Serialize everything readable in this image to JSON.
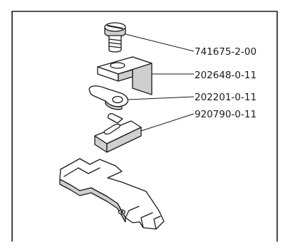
{
  "diagram": {
    "parts": [
      {
        "id": "screw",
        "part_number": "741675-2-00"
      },
      {
        "id": "bracket",
        "part_number": "202648-0-11"
      },
      {
        "id": "washer",
        "part_number": "202201-0-11"
      },
      {
        "id": "slotted-block",
        "part_number": "920790-0-11"
      }
    ],
    "unlabeled_parts": [
      "presser-foot"
    ],
    "colors": {
      "ink": "#1a1a1a",
      "frame": "#1a1a1a",
      "background": "#ffffff"
    }
  }
}
